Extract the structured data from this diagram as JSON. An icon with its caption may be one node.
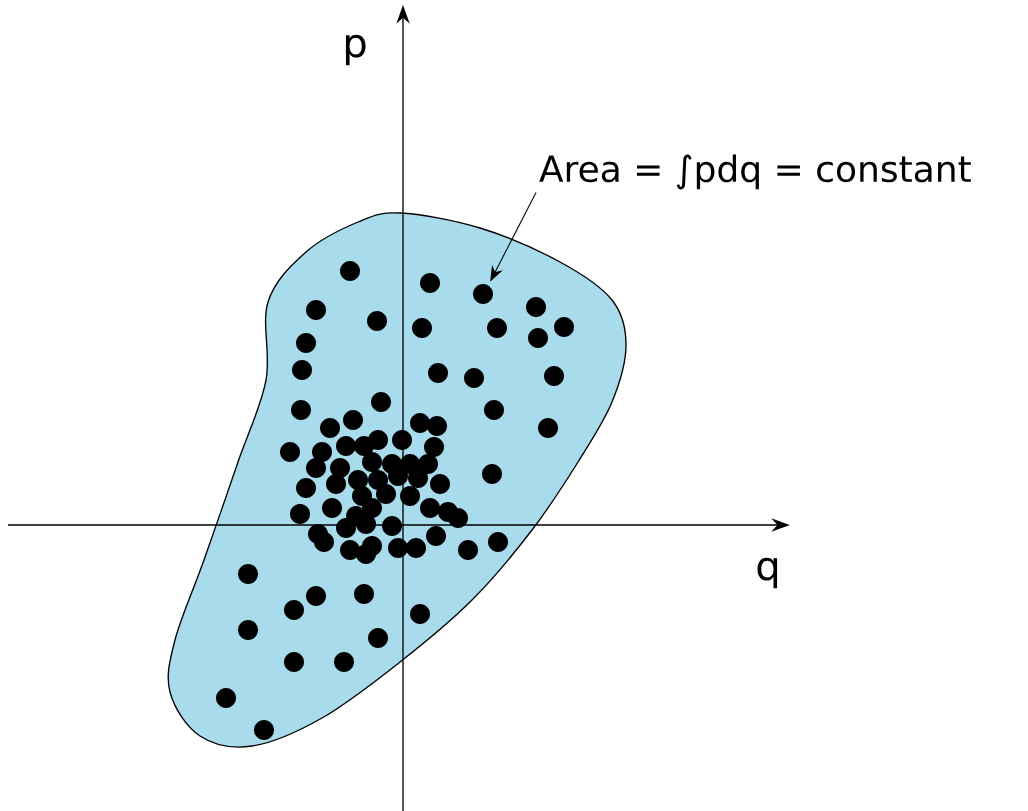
{
  "diagram": {
    "nodes": [
      {
        "text": [
          "Area = ∫pdq = constant"
        ]
      },
      {
        "text": [],
        "shape": "blob"
      }
    ],
    "edges": [
      {
        "from": 0,
        "to": 1,
        "arrow": "to"
      }
    ],
    "labels": [
      "p",
      "q"
    ]
  }
}
